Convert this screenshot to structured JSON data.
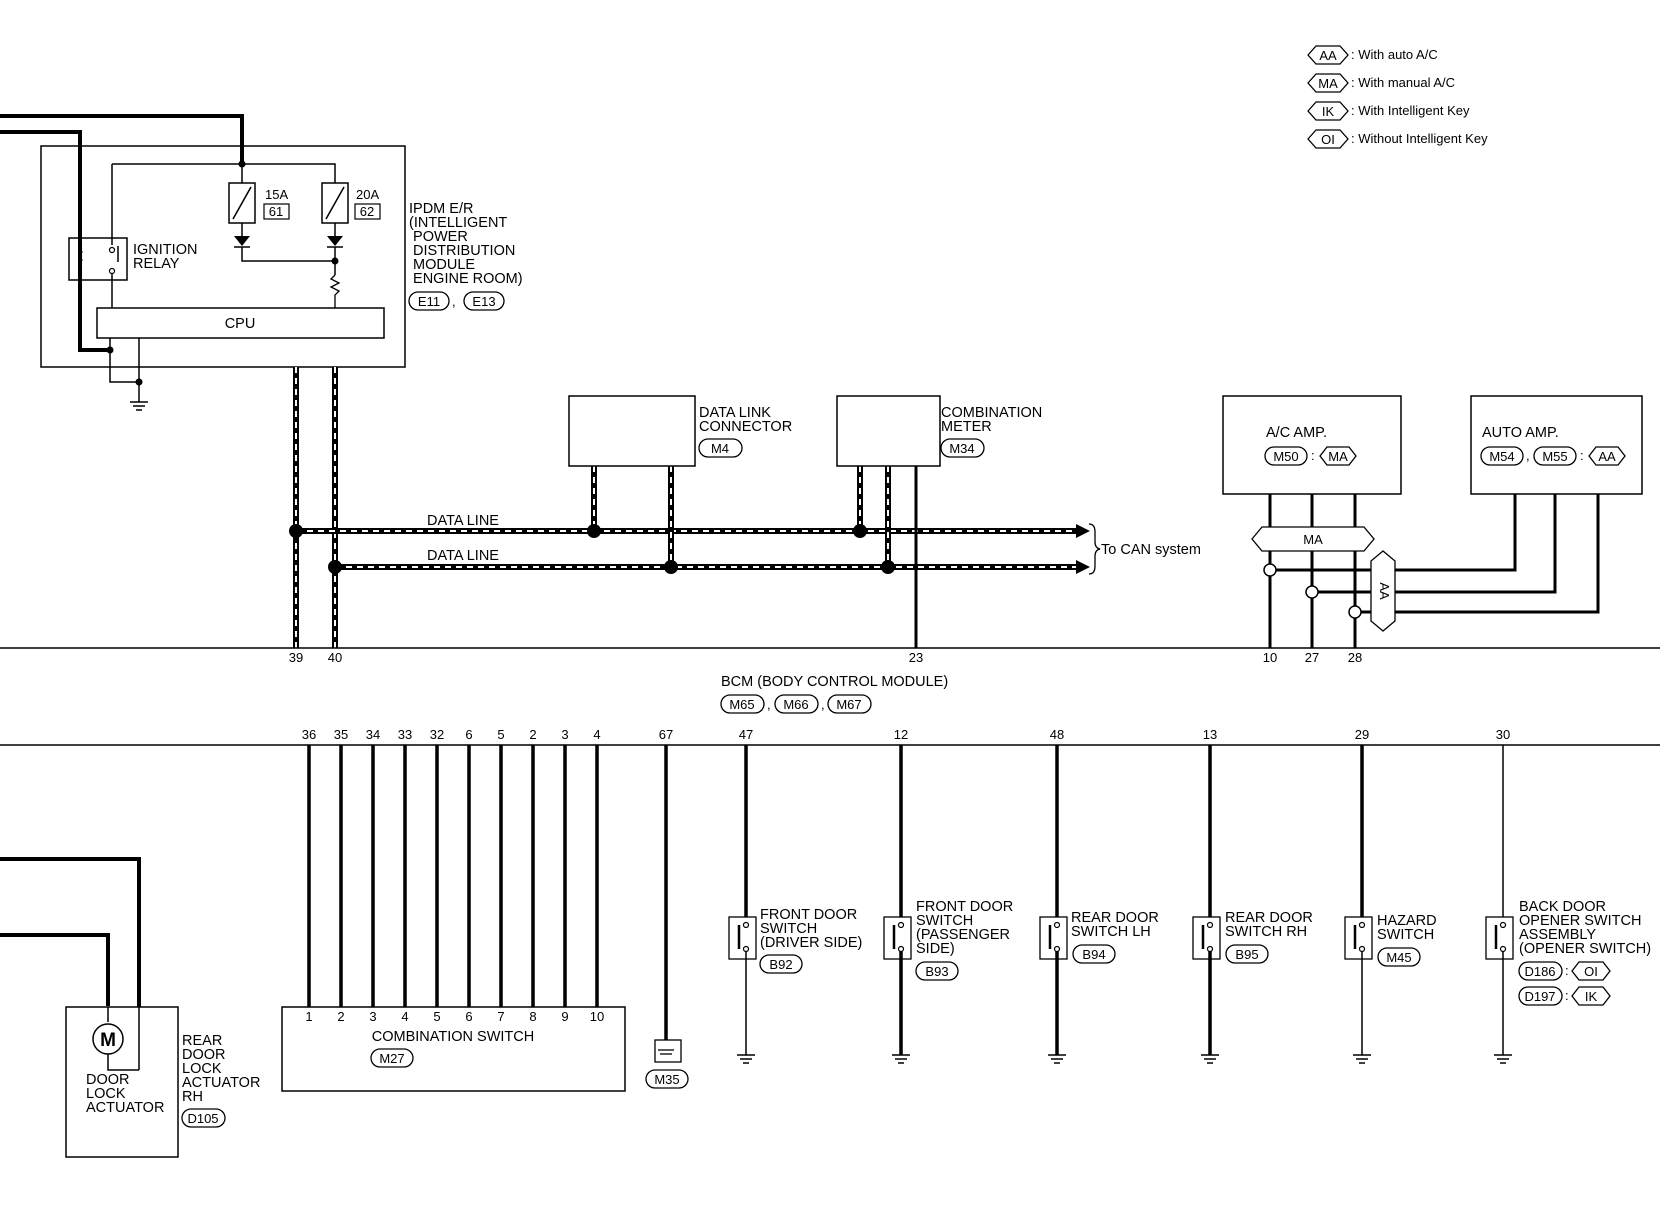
{
  "legend": [
    {
      "code": "AA",
      "text": ": With auto A/C"
    },
    {
      "code": "MA",
      "text": ": With manual A/C"
    },
    {
      "code": "IK",
      "text": ": With Intelligent Key"
    },
    {
      "code": "OI",
      "text": ": Without Intelligent Key"
    }
  ],
  "ipdm": {
    "lines": [
      "IPDM E/R",
      "(INTELLIGENT",
      " POWER",
      " DISTRIBUTION",
      " MODULE",
      " ENGINE ROOM)"
    ],
    "connectors": [
      "E11",
      "E13"
    ],
    "relay": [
      "IGNITION",
      "RELAY"
    ],
    "cpu": "CPU",
    "fuses": [
      {
        "amp": "15A",
        "num": "61"
      },
      {
        "amp": "20A",
        "num": "62"
      }
    ]
  },
  "dlc": {
    "lines": [
      "DATA LINK",
      "CONNECTOR"
    ],
    "connector": "M4"
  },
  "meter": {
    "lines": [
      "COMBINATION",
      "METER"
    ],
    "connector": "M34"
  },
  "ac_amp": {
    "name": "A/C AMP.",
    "connector": "M50",
    "variant": "MA"
  },
  "auto_amp": {
    "name": "AUTO AMP.",
    "connectors": [
      "M54",
      "M55"
    ],
    "variant": "AA"
  },
  "data_line": "DATA LINE",
  "can_note": "To CAN system",
  "ma_tag": "MA",
  "aa_tag": "AA",
  "bcm": {
    "name": "BCM (BODY CONTROL MODULE)",
    "connectors": [
      "M65",
      "M66",
      "M67"
    ]
  },
  "top_pins": [
    "39",
    "40",
    "23",
    "10",
    "27",
    "28"
  ],
  "bottom_pins": [
    "36",
    "35",
    "34",
    "33",
    "32",
    "6",
    "5",
    "2",
    "3",
    "4",
    "67",
    "47",
    "12",
    "48",
    "13",
    "29",
    "30"
  ],
  "comb_switch": {
    "name": "COMBINATION SWITCH",
    "connector": "M27",
    "pins": [
      "1",
      "2",
      "3",
      "4",
      "5",
      "6",
      "7",
      "8",
      "9",
      "10"
    ]
  },
  "ground_conn": "M35",
  "door_lock": {
    "motor": "M",
    "inner": [
      "DOOR",
      "LOCK",
      "ACTUATOR"
    ],
    "lines": [
      "REAR",
      "DOOR",
      "LOCK",
      "ACTUATOR",
      "RH"
    ],
    "connector": "D105"
  },
  "switches": [
    {
      "lines": [
        "FRONT DOOR",
        "SWITCH",
        "(DRIVER SIDE)"
      ],
      "connector": "B92"
    },
    {
      "lines": [
        "FRONT DOOR",
        "SWITCH",
        "(PASSENGER",
        "SIDE)"
      ],
      "connector": "B93"
    },
    {
      "lines": [
        "REAR DOOR",
        "SWITCH LH"
      ],
      "connector": "B94"
    },
    {
      "lines": [
        "REAR DOOR",
        "SWITCH RH"
      ],
      "connector": "B95"
    },
    {
      "lines": [
        "HAZARD",
        "SWITCH"
      ],
      "connector": "M45"
    },
    {
      "lines": [
        "BACK DOOR",
        "OPENER SWITCH",
        "ASSEMBLY",
        "(OPENER SWITCH)"
      ],
      "connectors": [
        "D186",
        "D197"
      ],
      "variants": [
        "OI",
        "IK"
      ]
    }
  ]
}
